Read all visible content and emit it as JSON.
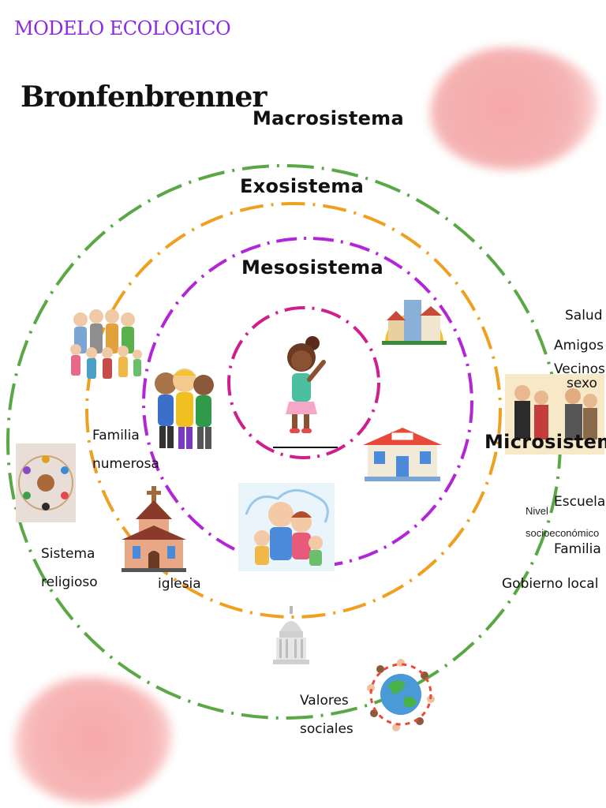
{
  "header": {
    "model_label": "MODELO ECOLOGICO",
    "author": "Bronfenbrenner"
  },
  "rings": {
    "macro": {
      "label": "Macrosistema",
      "color": "#5aa845"
    },
    "exo": {
      "label": "Exosistema",
      "color": "#f0a020"
    },
    "meso": {
      "label": "Mesosistema",
      "color": "#b226d8"
    },
    "micro": {
      "label": "Microsistema",
      "color": "#d01e8c"
    }
  },
  "items": {
    "familia_numerosa": [
      "Familia",
      "numerosa"
    ],
    "sistema_religioso": [
      "Sistema",
      "religioso"
    ],
    "iglesia": "iglesia",
    "valores_sociales": [
      "Valores",
      "sociales"
    ],
    "salud": "Salud",
    "amigos": "Amigos",
    "vecinos": "Vecinos",
    "sexo": "sexo",
    "escuela": "Escuela",
    "nivel_socioeconomico": [
      "Nivel",
      "socioeconómico"
    ],
    "familia": "Familia",
    "gobierno_local": "Gobierno local"
  },
  "icons": {
    "extended_family": "extended-family-icon",
    "kids_group": "kids-group-icon",
    "child": "child-icon",
    "town": "town-icon",
    "school": "school-building-icon",
    "parents": "family-icon",
    "church": "church-icon",
    "religion_symbols": "religion-symbols-icon",
    "capitol": "capitol-icon",
    "globe_kids": "globe-kids-icon",
    "office_people": "office-people-icon"
  }
}
